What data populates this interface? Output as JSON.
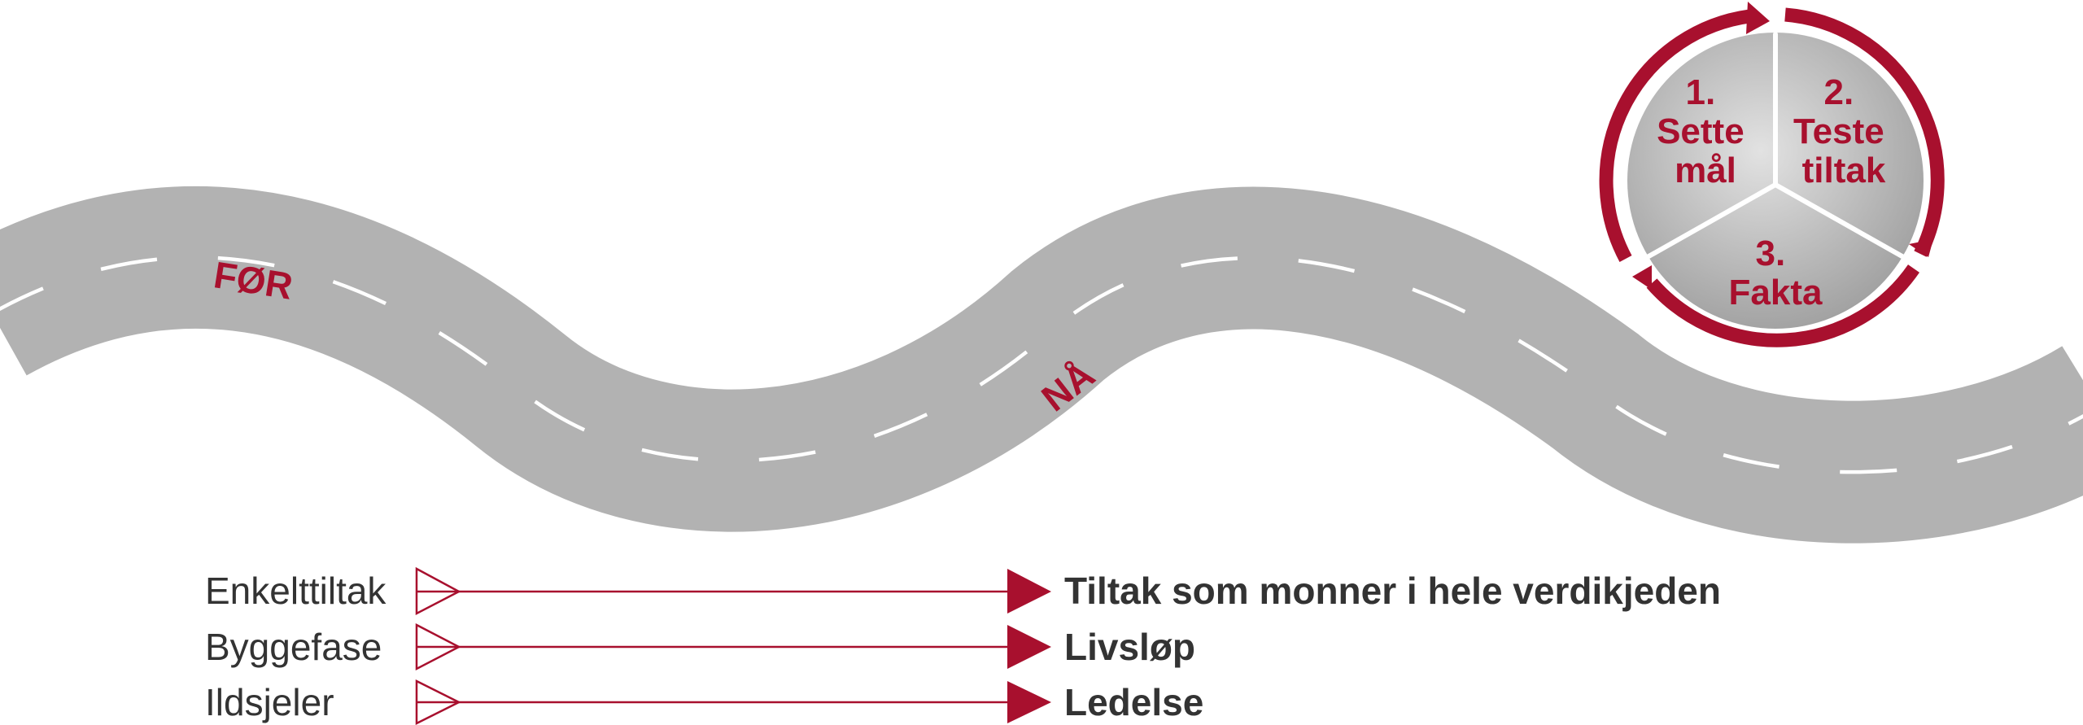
{
  "colors": {
    "accent": "#a8102e",
    "road": "#b2b2b2",
    "road_marking": "#ffffff",
    "text": "#333333"
  },
  "road": {
    "label_before": "FØR",
    "label_now": "NÅ"
  },
  "cycle": {
    "segments": [
      {
        "number": "1.",
        "lines": [
          "Sette",
          "mål"
        ]
      },
      {
        "number": "2.",
        "lines": [
          "Teste",
          "tiltak"
        ]
      },
      {
        "number": "3.",
        "lines": [
          "Fakta"
        ]
      }
    ]
  },
  "transitions": [
    {
      "from": "Enkelttiltak",
      "to": "Tiltak som monner i hele verdikjeden"
    },
    {
      "from": "Byggefase",
      "to": "Livsløp"
    },
    {
      "from": "Ildsjeler",
      "to": "Ledelse"
    }
  ]
}
